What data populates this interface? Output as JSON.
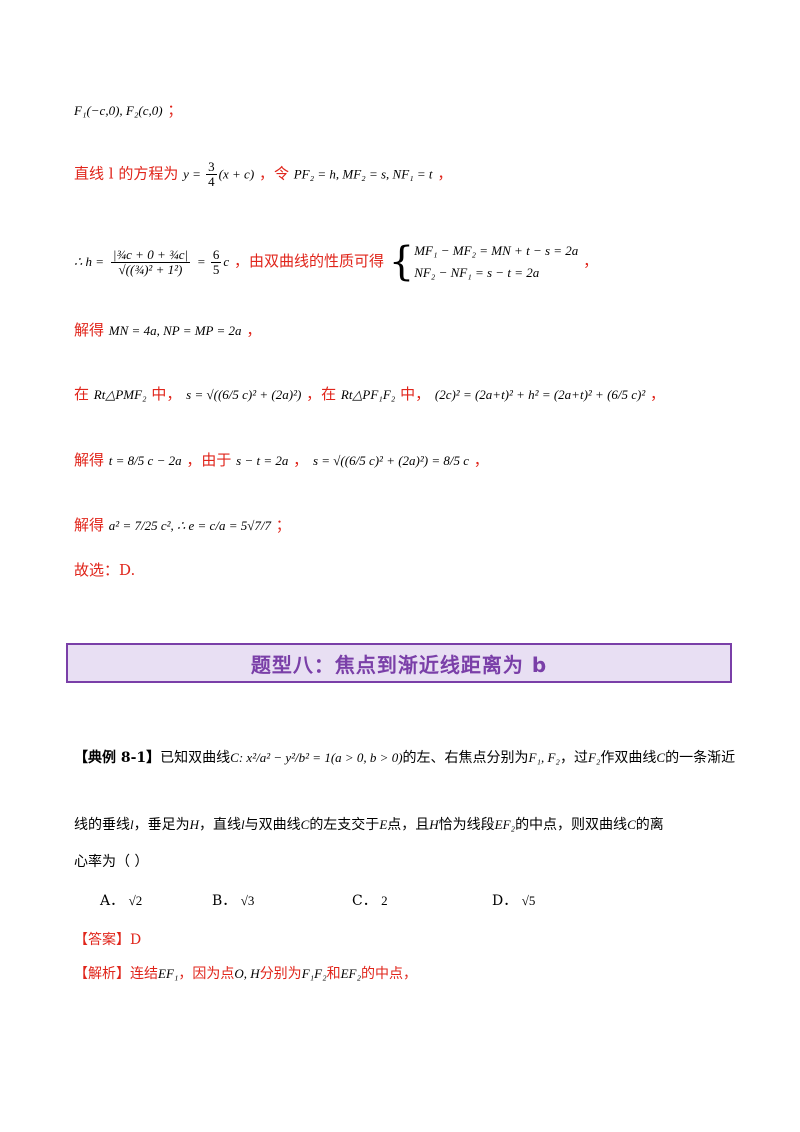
{
  "solution": {
    "l1": "F₁(−c,0), F₂(c,0)",
    "l1_end": "；",
    "l2_prefix": "直线 l 的方程为",
    "l2_math_a": "y = ",
    "l2_math_b": "(x + c)",
    "l2_mid": "，令",
    "l2_math_c": "PF₂ = h, MF₂ = s, NF₁ = t",
    "l2_end": "，",
    "l3_prefix": "∴ h =",
    "l3_num": "|¾c + 0 + ¾c|",
    "l3_den": "√((¾)² + 1²)",
    "l3_eq": "= ",
    "l3_mid": "，由双曲线的性质可得",
    "l3_sys1": "MF₁ − MF₂ = MN + t − s = 2a",
    "l3_sys2": "NF₂ − NF₁ = s − t = 2a",
    "l3_end": "，",
    "l4_prefix": "解得",
    "l4_math": "MN = 4a, NP = MP = 2a",
    "l4_end": "，",
    "l5_a": "在",
    "l5_tri1": "Rt△PMF₂",
    "l5_b": "中，",
    "l5_math1": "s = √((6/5 c)² + (2a)²)",
    "l5_c": "，在",
    "l5_tri2": "Rt△PF₁F₂",
    "l5_d": "中，",
    "l5_math2": "(2c)² = (2a+t)² + h² = (2a+t)² + (6/5 c)²",
    "l5_end": "，",
    "l6_a": "解得",
    "l6_math1": "t = 8/5 c − 2a",
    "l6_b": "，由于",
    "l6_math2": "s − t = 2a",
    "l6_c": "，",
    "l6_math3": "s = √((6/5 c)² + (2a)²) = 8/5 c",
    "l6_end": "，",
    "l7_a": "解得",
    "l7_math": "a² = 7/25 c², ∴ e = c/a = 5√7/7",
    "l7_end": "；",
    "l8": "故选：D."
  },
  "banner": {
    "title": "题型八：焦点到渐近线距离为 b",
    "accent": "#7a3fa8",
    "bg": "#e8dff3"
  },
  "example": {
    "tag": "【典例 8-1】",
    "p1a": "已知双曲线",
    "p1_math": "C: x²/a² − y²/b² = 1(a > 0, b > 0)",
    "p1b": "的左、右焦点分别为",
    "p1_math2": "F₁, F₂",
    "p1c": "，过",
    "p1_math3": "F₂",
    "p1d": "作双曲线",
    "p1_math4": "C",
    "p1e": "的一条渐近",
    "p2a": "线的垂线",
    "p2_l": "l",
    "p2b": "，垂足为",
    "p2_h": "H",
    "p2c": "，直线",
    "p2_l2": "l",
    "p2d": "与双曲线",
    "p2_c": "C",
    "p2e": "的左支交于",
    "p2_e": "E",
    "p2f": "点，且",
    "p2_h2": "H",
    "p2g": "恰为线段",
    "p2_ef": "EF₂",
    "p2h": "的中点，则双曲线",
    "p2_c2": "C",
    "p2i": "的离",
    "p3": "心率为（    ）",
    "options": [
      {
        "letter": "A．",
        "value": "√2"
      },
      {
        "letter": "B．",
        "value": "√3"
      },
      {
        "letter": "C．",
        "value": "2"
      },
      {
        "letter": "D．",
        "value": "√5"
      }
    ],
    "answer_tag": "【答案】",
    "answer": "D",
    "analysis_tag": "【解析】",
    "analysis_a": "连结",
    "analysis_m1": "EF₁",
    "analysis_b": "，因为点",
    "analysis_m2": "O, H",
    "analysis_c": "分别为",
    "analysis_m3": "F₁F₂",
    "analysis_d": "和",
    "analysis_m4": "EF₂",
    "analysis_e": "的中点，"
  }
}
